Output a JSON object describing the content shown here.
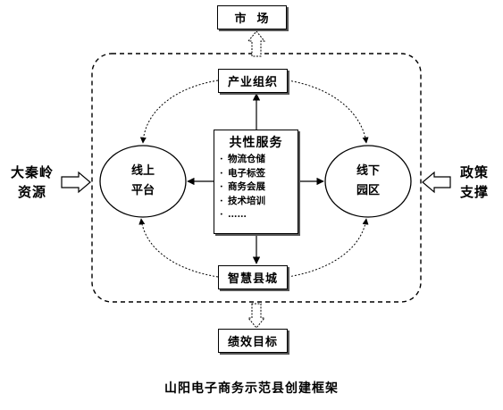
{
  "nodes": {
    "market": "市  场",
    "industry_org": "产业组织",
    "smart_county": "智慧县城",
    "performance": "绩效目标"
  },
  "ellipses": {
    "online": [
      "线上",
      "平台"
    ],
    "offline": [
      "线下",
      "园区"
    ]
  },
  "sides": {
    "left": [
      "大秦岭",
      "资源"
    ],
    "right": [
      "政策",
      "支撑"
    ]
  },
  "services": {
    "title": "共性服务",
    "items": [
      "物流仓储",
      "电子标签",
      "商务会展",
      "技术培训",
      "……"
    ]
  },
  "caption": "山阳电子商务示范县创建框架"
}
